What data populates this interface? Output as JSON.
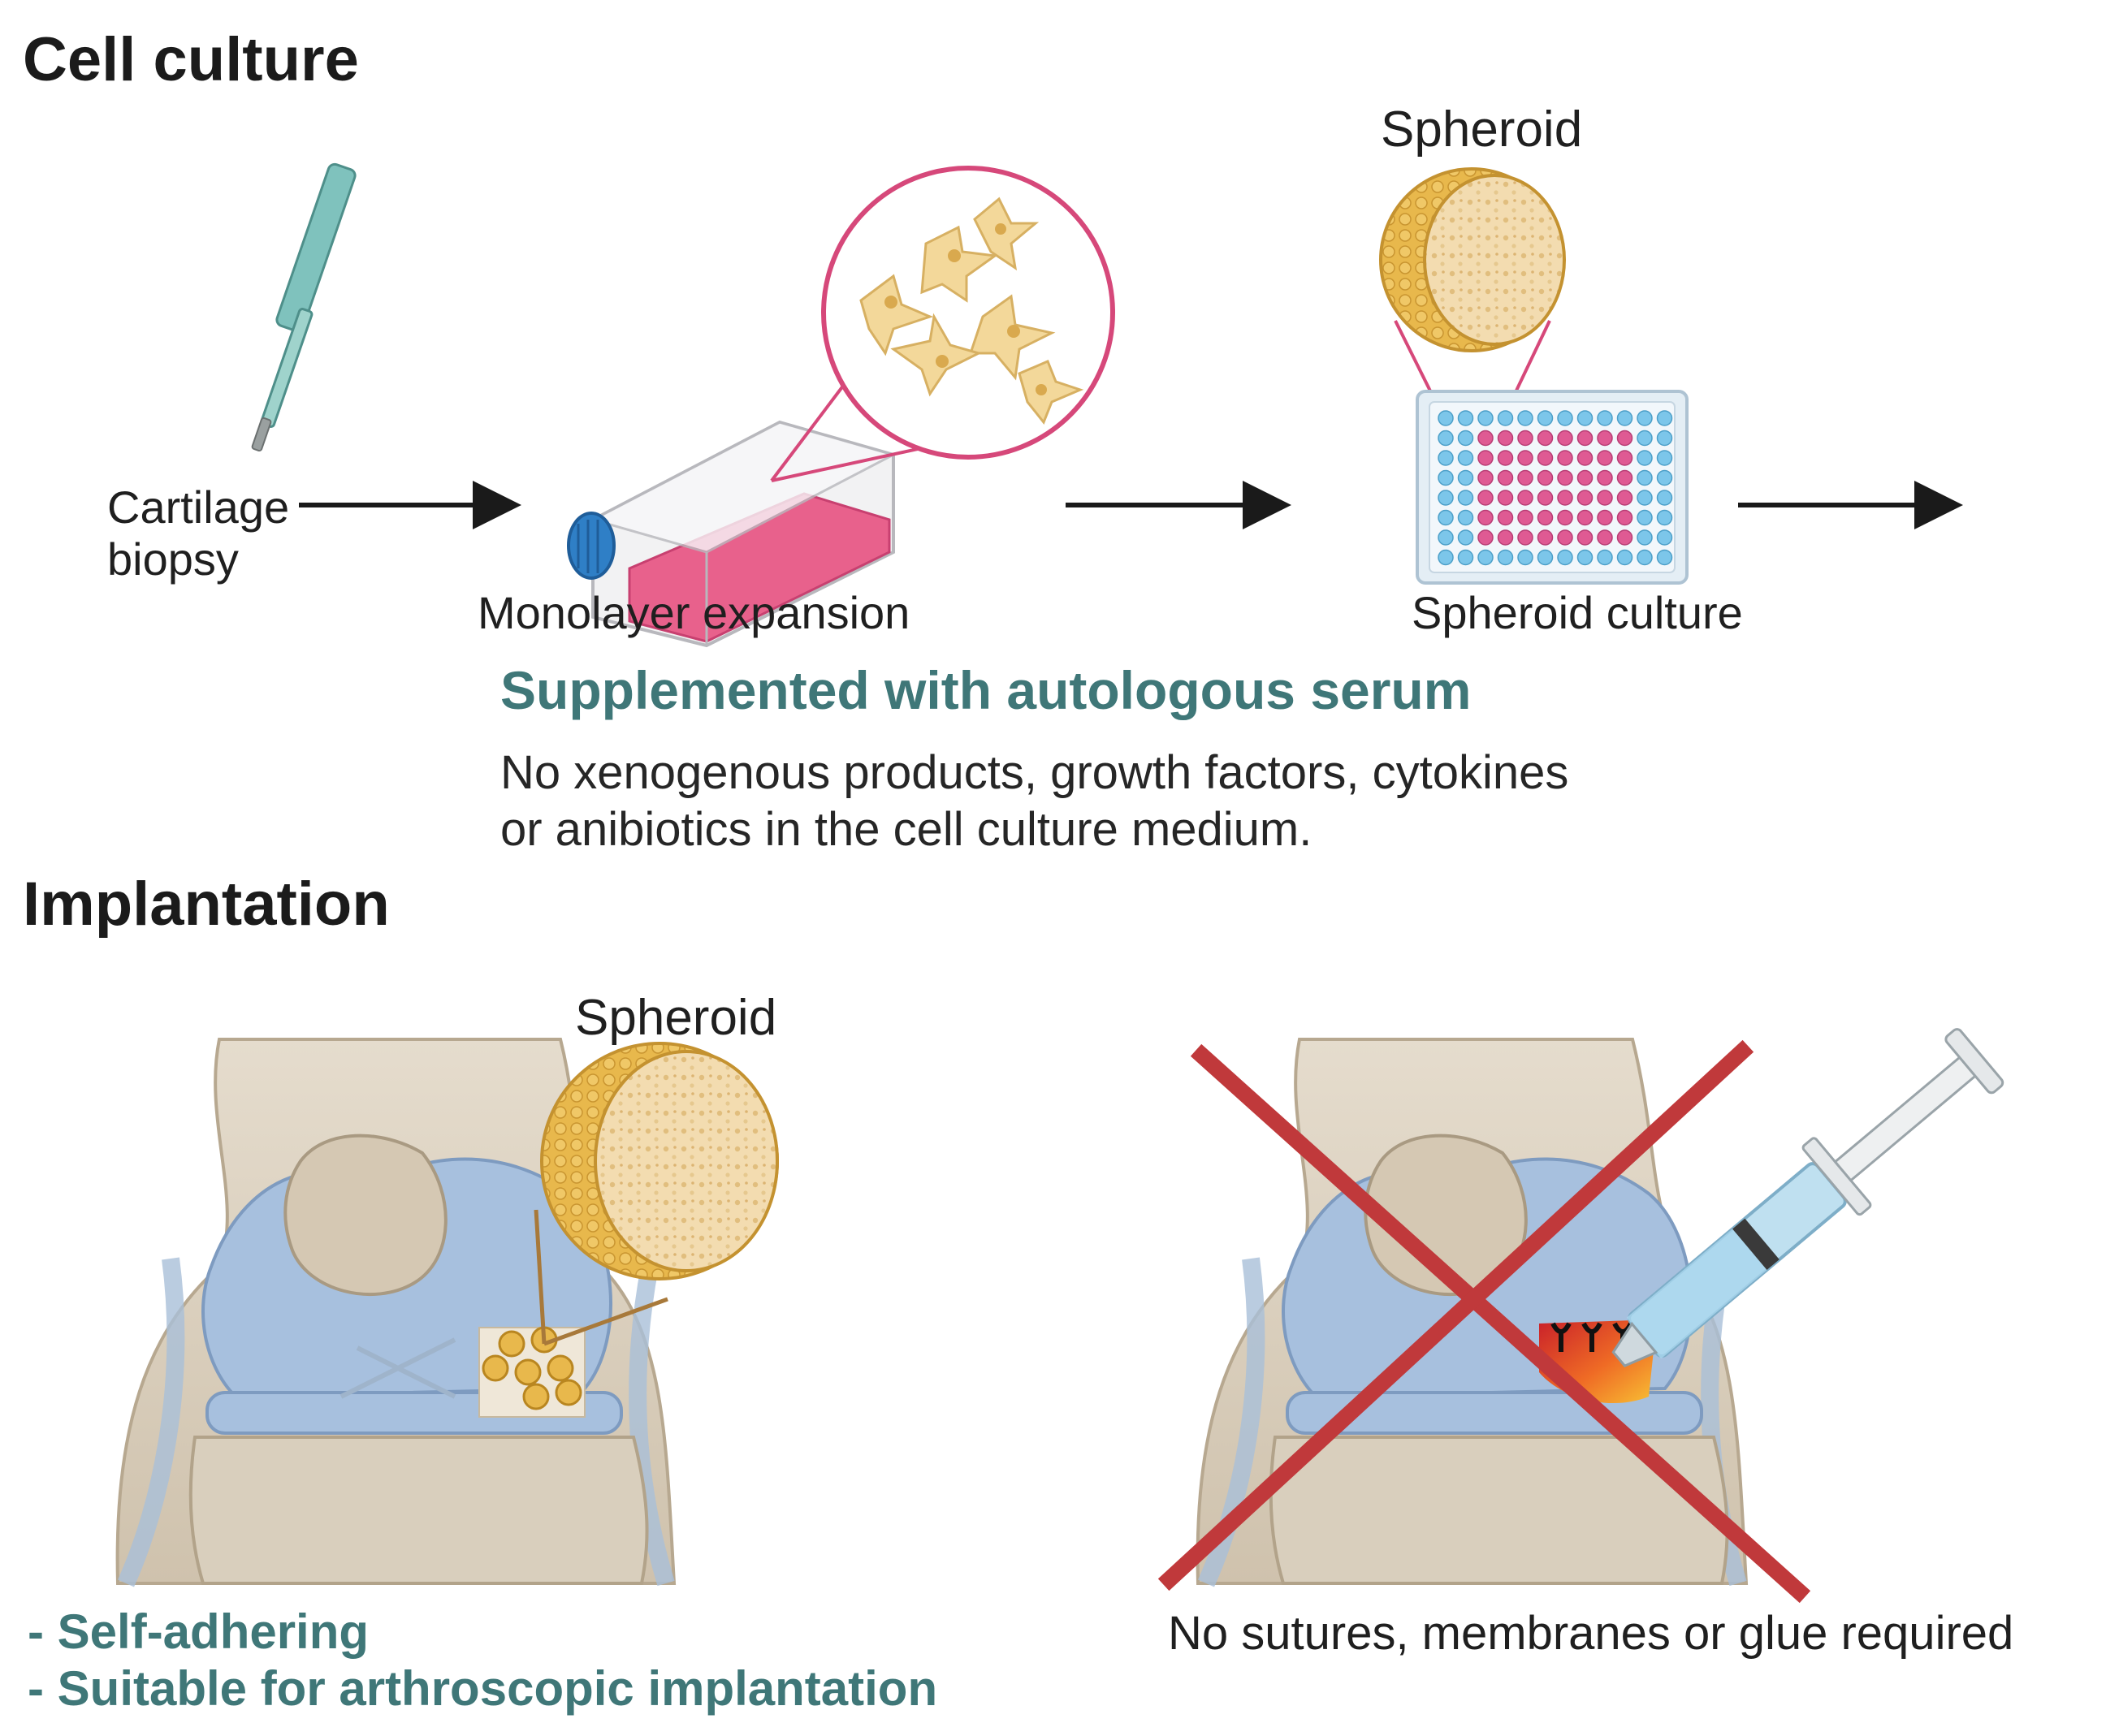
{
  "colors": {
    "accent_teal": "#3f7778",
    "cross_red": "#c0393b",
    "callout_pink": "#d6487a",
    "medium_pink": "#e8618c",
    "bone": "#dcd1c0",
    "cartilage_blue": "#a7c0de",
    "spheroid_gold": "#e8b84c"
  },
  "cell_culture": {
    "title": "Cell culture",
    "biopsy_label_1": "Cartilage",
    "biopsy_label_2": "biopsy",
    "expansion_label": "Monolayer expansion",
    "spheroid_label": "Spheroid",
    "spheroid_culture_label": "Spheroid culture",
    "serum_heading": "Supplemented with autologous serum",
    "serum_note_1": "No xenogenous products, growth factors, cytokines",
    "serum_note_2": "or anibiotics in the cell culture medium."
  },
  "implantation": {
    "title": "Implantation",
    "spheroid_label": "Spheroid",
    "benefit_1": "- Self-adhering",
    "benefit_2": "- Suitable for arthroscopic implantation",
    "no_glue_label": "No sutures, membranes or glue required"
  },
  "icons": [
    "biopsy-punch-icon",
    "culture-flask-icon",
    "spheroid-icon",
    "well-plate-icon",
    "knee-joint-icon",
    "syringe-icon",
    "cross-out-icon",
    "arrow-right-icon"
  ]
}
